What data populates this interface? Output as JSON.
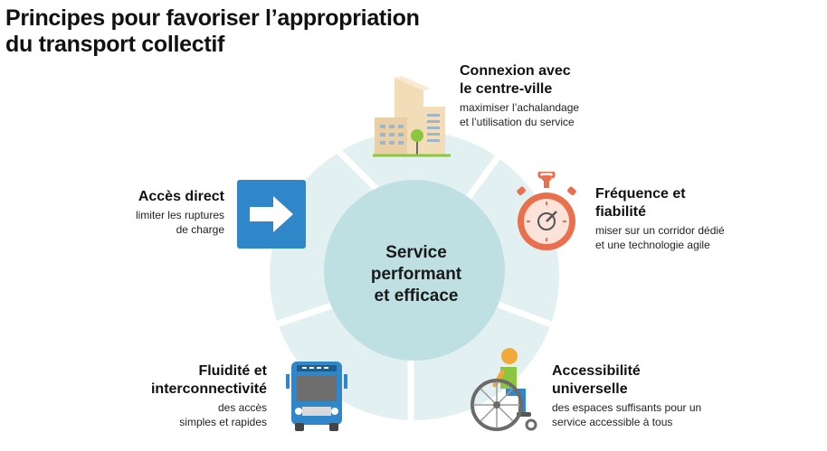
{
  "title_line1": "Principes pour favoriser l’appropriation",
  "title_line2": "du transport collectif",
  "center": {
    "line1": "Service",
    "line2": "performant",
    "line3": "et efficace"
  },
  "principles": {
    "connexion": {
      "heading_line1": "Connexion avec",
      "heading_line2": "le centre-ville",
      "desc_line1": "maximiser l’achalandage",
      "desc_line2": "et l’utilisation du service",
      "icon": "buildings-icon"
    },
    "frequence": {
      "heading_line1": "Fréquence et",
      "heading_line2": "fiabilité",
      "desc_line1": "miser sur un corridor dédié",
      "desc_line2": "et une technologie agile",
      "icon": "stopwatch-icon"
    },
    "accessibilite": {
      "heading_line1": "Accessibilité",
      "heading_line2": "universelle",
      "desc_line1": "des espaces suffisants pour un",
      "desc_line2": "service accessible à tous",
      "icon": "wheelchair-icon"
    },
    "direct": {
      "heading_line1": "Accès direct",
      "desc_line1": "limiter les ruptures",
      "desc_line2": "de charge",
      "icon": "arrow-right-icon"
    },
    "fluidite": {
      "heading_line1": "Fluidité et",
      "heading_line2": "interconnectivité",
      "desc_line1": "des accès",
      "desc_line2": "simples et rapides",
      "icon": "bus-icon"
    }
  },
  "colors": {
    "ring": "#e3f0f1",
    "center": "#bfe0e3",
    "blue": "#2f86c8",
    "orange": "#e8704f",
    "green": "#8cc63f",
    "building": "#f3dcb8"
  }
}
